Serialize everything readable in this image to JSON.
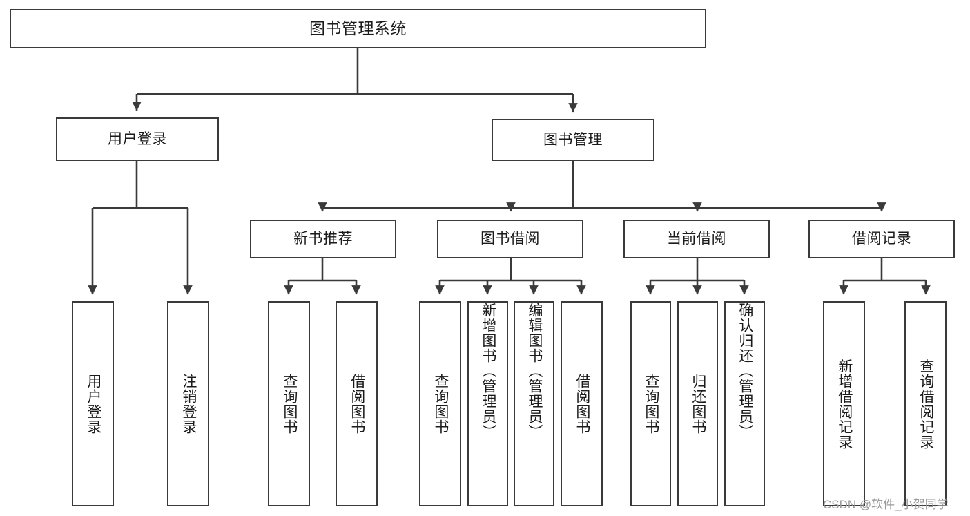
{
  "diagram": {
    "type": "tree-hierarchy",
    "title": "图书管理系统",
    "watermark": "CSDN @软件_小贺同学",
    "colors": {
      "stroke": "#3a3a3a",
      "fill": "#ffffff",
      "text": "#1b1b1b",
      "watermark": "#9a9a9a"
    },
    "root": {
      "id": "root",
      "label": "图书管理系统",
      "orientation": "horizontal"
    },
    "level2": [
      {
        "id": "user-login",
        "label": "用户登录",
        "orientation": "horizontal"
      },
      {
        "id": "book-management",
        "label": "图书管理",
        "orientation": "horizontal"
      }
    ],
    "level3": [
      {
        "id": "new-book-recommend",
        "label": "新书推荐",
        "orientation": "horizontal",
        "parent": "book-management"
      },
      {
        "id": "book-borrow",
        "label": "图书借阅",
        "orientation": "horizontal",
        "parent": "book-management"
      },
      {
        "id": "current-borrow",
        "label": "当前借阅",
        "orientation": "horizontal",
        "parent": "book-management"
      },
      {
        "id": "borrow-record",
        "label": "借阅记录",
        "orientation": "horizontal",
        "parent": "book-management"
      }
    ],
    "leaves": [
      {
        "id": "leaf-user-login",
        "label": "用户登录",
        "orientation": "vertical",
        "parent": "user-login"
      },
      {
        "id": "leaf-user-logout",
        "label": "注销登录",
        "orientation": "vertical",
        "parent": "user-login"
      },
      {
        "id": "leaf-query-book-1",
        "label": "查询图书",
        "orientation": "vertical",
        "parent": "new-book-recommend"
      },
      {
        "id": "leaf-borrow-book-1",
        "label": "借阅图书",
        "orientation": "vertical",
        "parent": "new-book-recommend"
      },
      {
        "id": "leaf-query-book-2",
        "label": "查询图书",
        "orientation": "vertical",
        "parent": "book-borrow"
      },
      {
        "id": "leaf-add-book",
        "label": "新增图书（管理员）",
        "orientation": "vertical",
        "parent": "book-borrow"
      },
      {
        "id": "leaf-edit-book",
        "label": "编辑图书（管理员）",
        "orientation": "vertical",
        "parent": "book-borrow"
      },
      {
        "id": "leaf-borrow-book-2",
        "label": "借阅图书",
        "orientation": "vertical",
        "parent": "book-borrow"
      },
      {
        "id": "leaf-query-book-3",
        "label": "查询图书",
        "orientation": "vertical",
        "parent": "current-borrow"
      },
      {
        "id": "leaf-return-book",
        "label": "归还图书",
        "orientation": "vertical",
        "parent": "current-borrow"
      },
      {
        "id": "leaf-confirm-return",
        "label": "确认归还（管理员）",
        "orientation": "vertical",
        "parent": "current-borrow"
      },
      {
        "id": "leaf-add-record",
        "label": "新增借阅记录",
        "orientation": "vertical",
        "parent": "borrow-record"
      },
      {
        "id": "leaf-query-record",
        "label": "查询借阅记录",
        "orientation": "vertical",
        "parent": "borrow-record"
      }
    ]
  }
}
